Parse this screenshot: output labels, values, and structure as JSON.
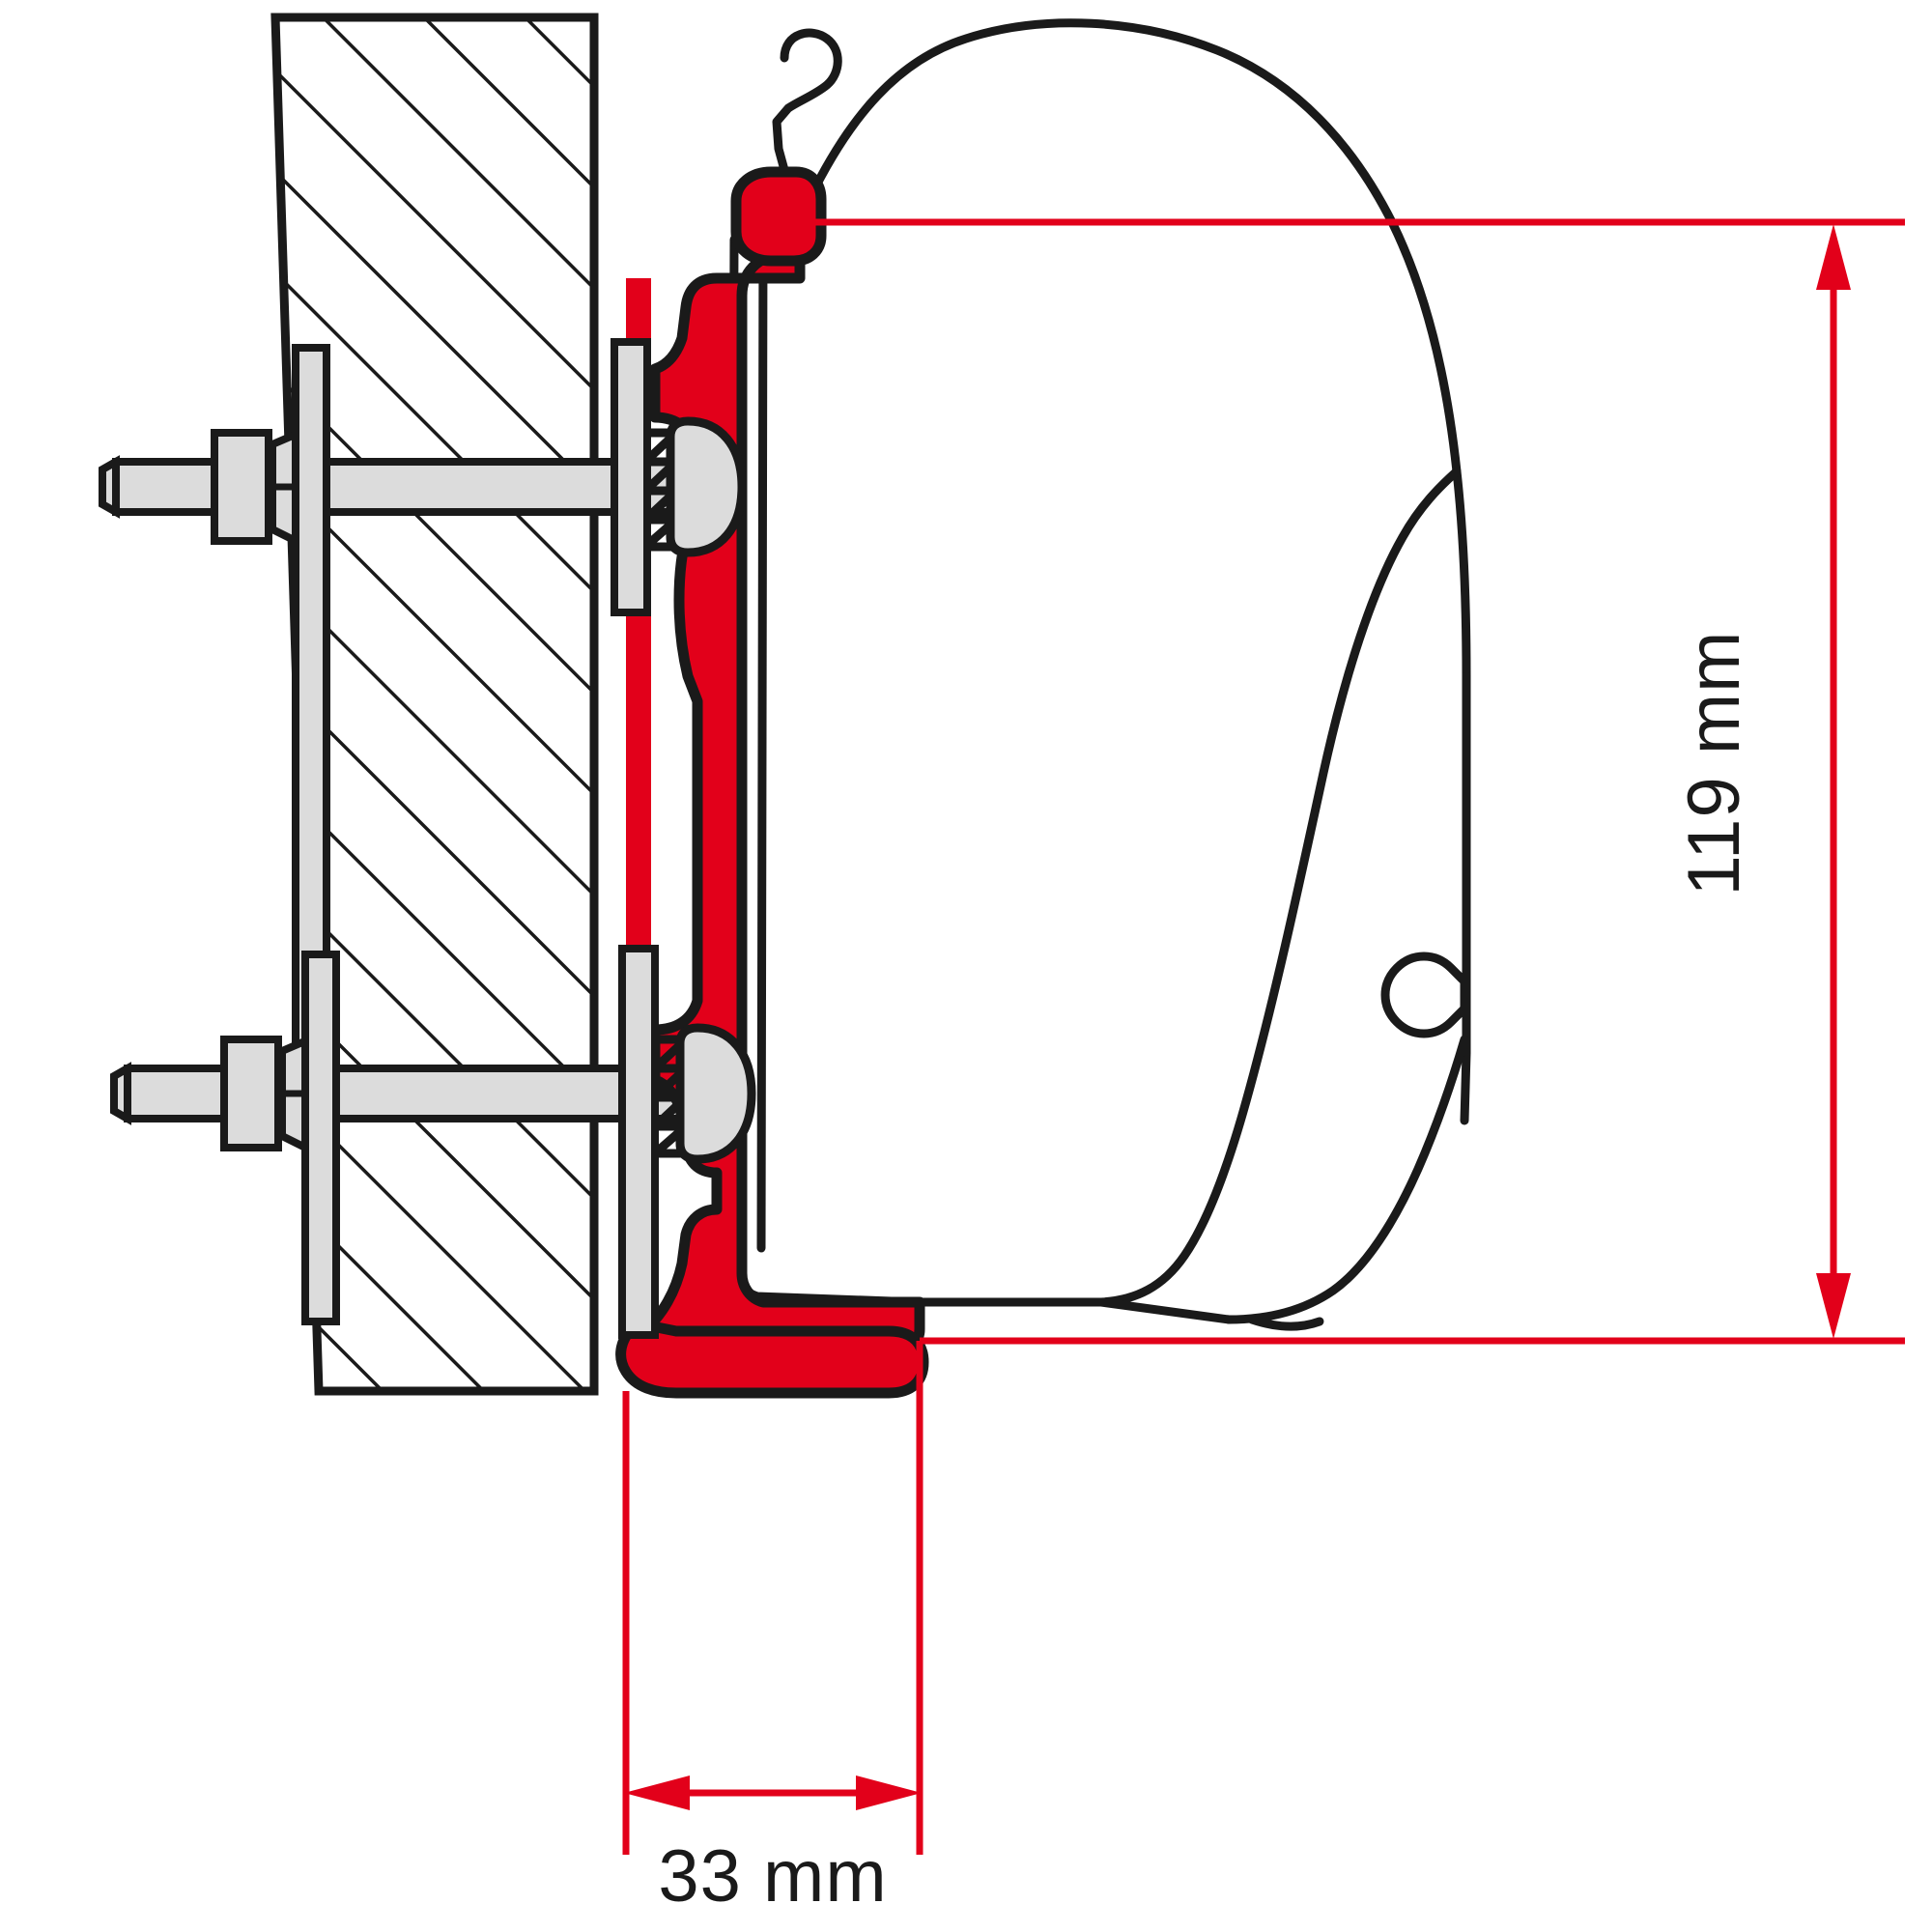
{
  "drawing": {
    "title": "Awning adapter bracket mounting cross-section",
    "type": "technical-cross-section",
    "background_color": "#ffffff",
    "line_color": "#1a1a1a",
    "accent_color": "#e2001a",
    "metal_fill": "#dcdcdc",
    "dimension_color": "#e2001a"
  },
  "dimensions": {
    "vertical": {
      "value": "119",
      "unit": "mm",
      "label": "119 mm",
      "orientation": "vertical",
      "arrow_style": "double-ended",
      "position": "right"
    },
    "horizontal": {
      "value": "33",
      "unit": "mm",
      "label": "33 mm",
      "orientation": "horizontal",
      "arrow_style": "double-ended",
      "position": "bottom"
    }
  },
  "parts": [
    {
      "name": "wall-panel",
      "description": "Hatched sectioned wall panel",
      "hatch_angle": 45
    },
    {
      "name": "adapter-bracket",
      "description": "Red awning adapter bracket profile",
      "color": "#e2001a"
    },
    {
      "name": "awning-case",
      "description": "Awning case outline profile"
    },
    {
      "name": "bolt-upper",
      "description": "Upper through bolt with hex nut and washer"
    },
    {
      "name": "bolt-lower",
      "description": "Lower through bolt with hex nut and washer"
    },
    {
      "name": "backing-plate",
      "description": "Vertical metal backing plate"
    },
    {
      "name": "screw-head-upper",
      "description": "Rounded screw head upper"
    },
    {
      "name": "screw-head-lower",
      "description": "Rounded screw head lower"
    },
    {
      "name": "hook-profile",
      "description": "Hook detail on top of awning case"
    }
  ]
}
